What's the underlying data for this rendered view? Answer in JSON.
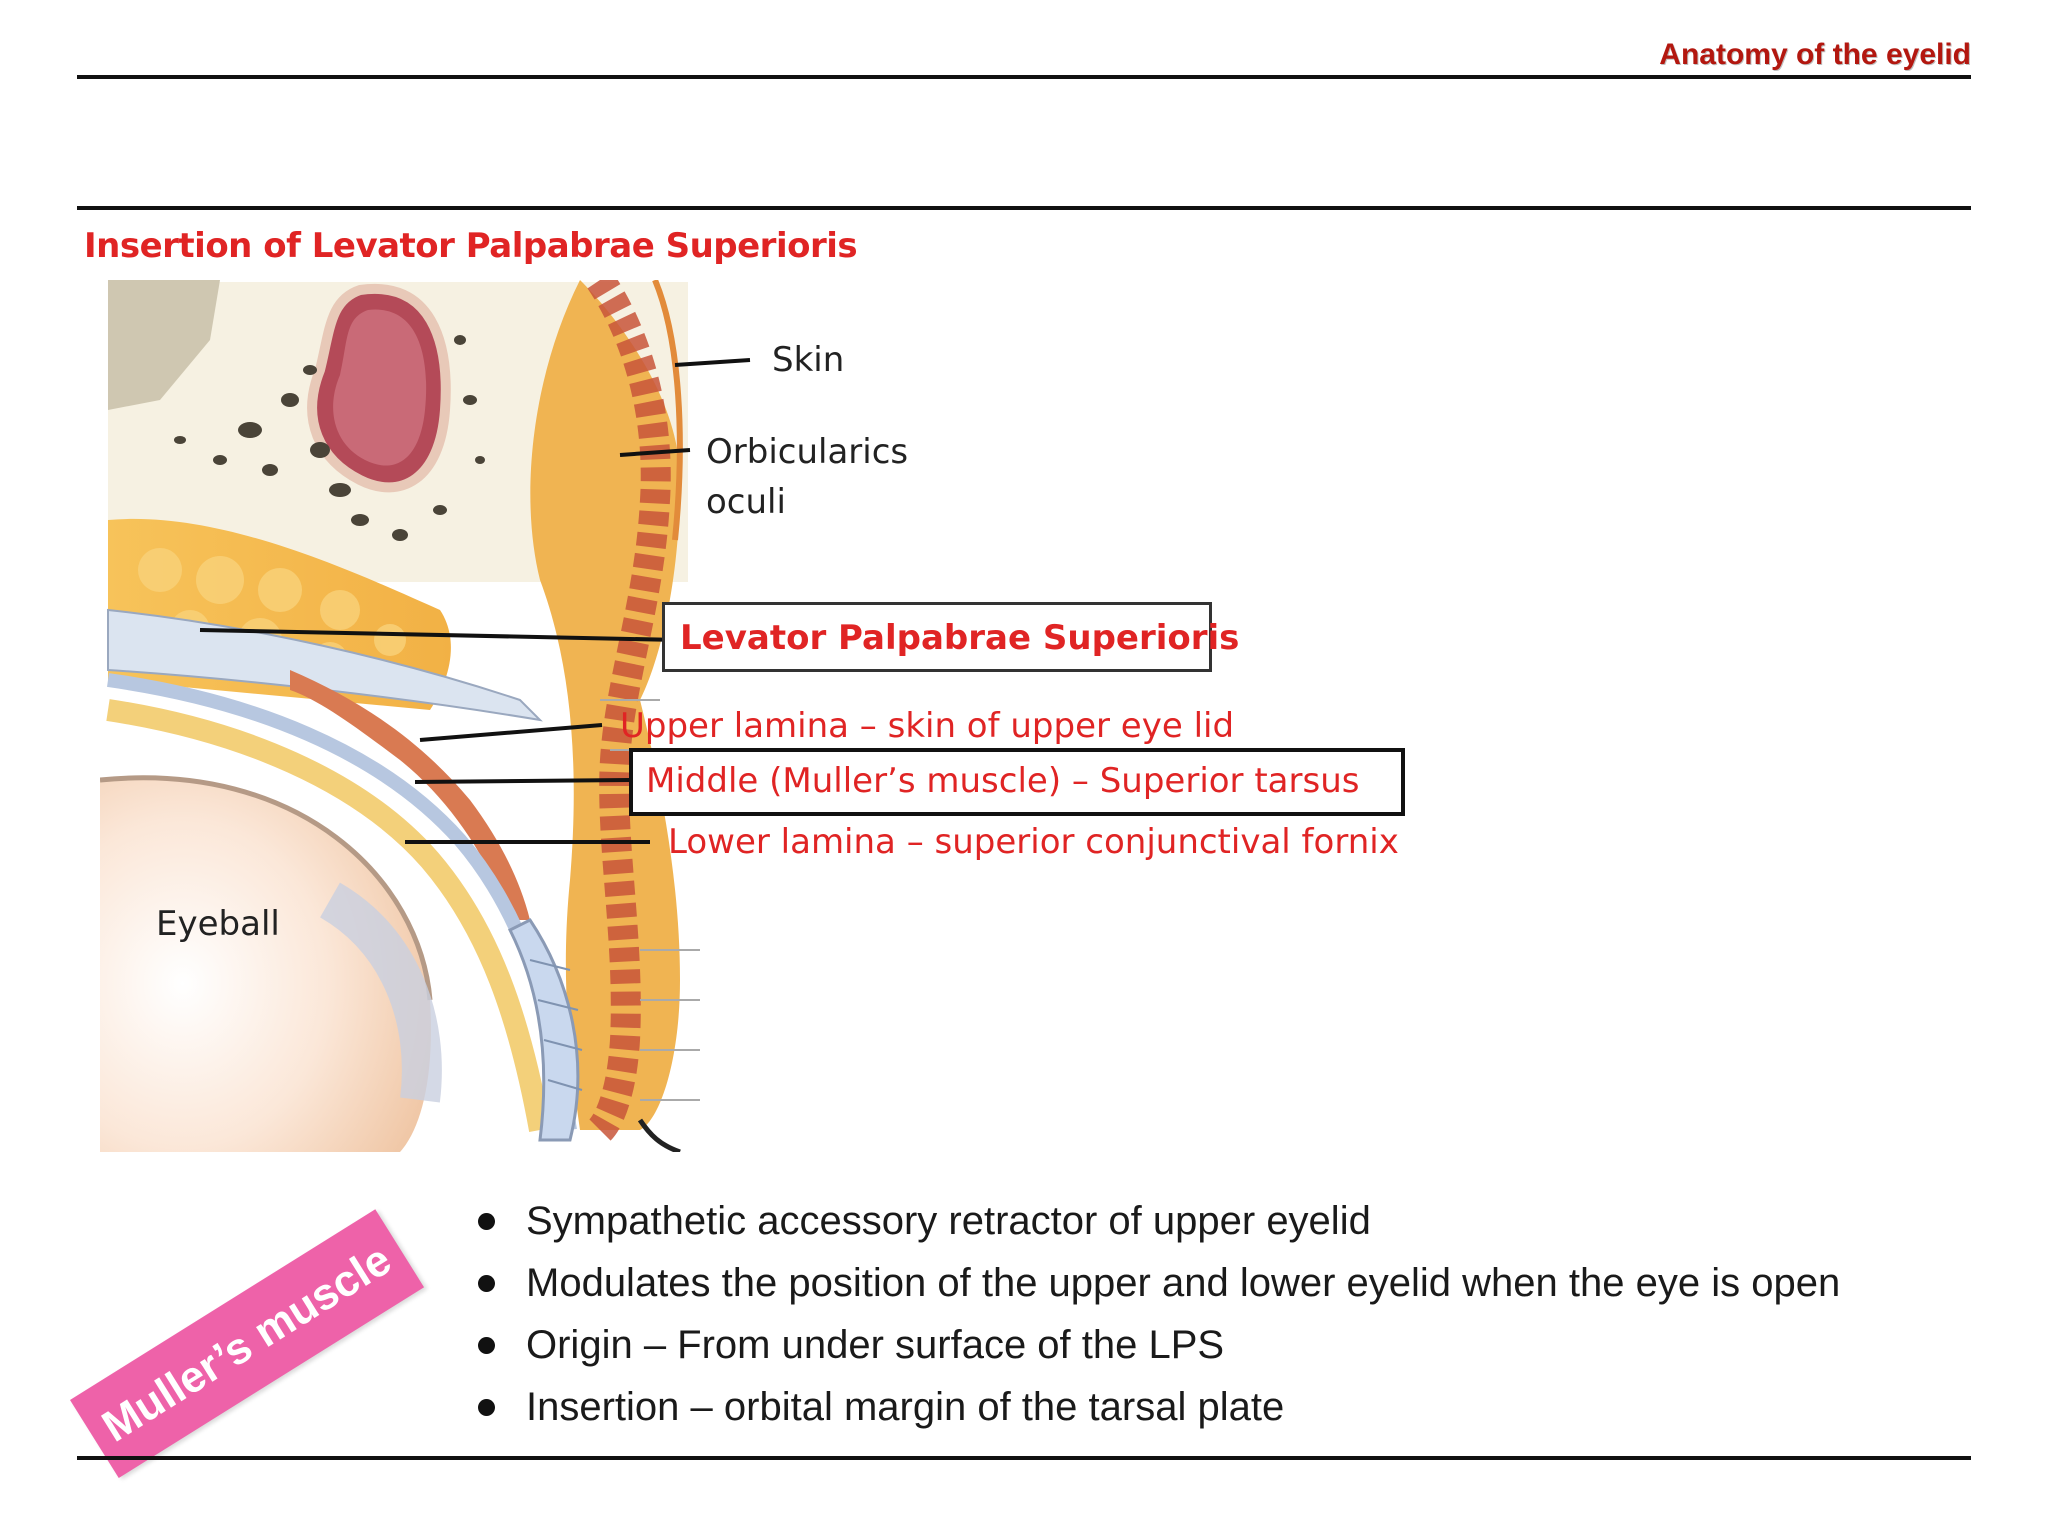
{
  "header": {
    "title": "Anatomy of the eyelid"
  },
  "figure": {
    "title": "Insertion of Levator Palpabrae Superioris",
    "labels": {
      "skin": "Skin",
      "orbicularis_line1": "Orbicularics",
      "orbicularis_line2": "oculi",
      "lps": "Levator Palpabrae Superioris",
      "upper_lamina": "Upper lamina – skin of upper eye lid",
      "middle": "Middle (Muller’s muscle)  – Superior tarsus",
      "lower_lamina": "Lower lamina – superior conjunctival fornix",
      "eyeball": "Eyeball"
    }
  },
  "stamp": {
    "text": "Muller’s muscle",
    "color": "#ee62a9"
  },
  "bullets": [
    "Sympathetic accessory retractor of upper eyelid",
    "Modulates the position of the upper and lower eyelid when the eye is open",
    "Origin – From under surface of the LPS",
    "Insertion – orbital margin of the tarsal plate"
  ],
  "colors": {
    "accent_red": "#e02424",
    "header_red": "#b3170f"
  }
}
